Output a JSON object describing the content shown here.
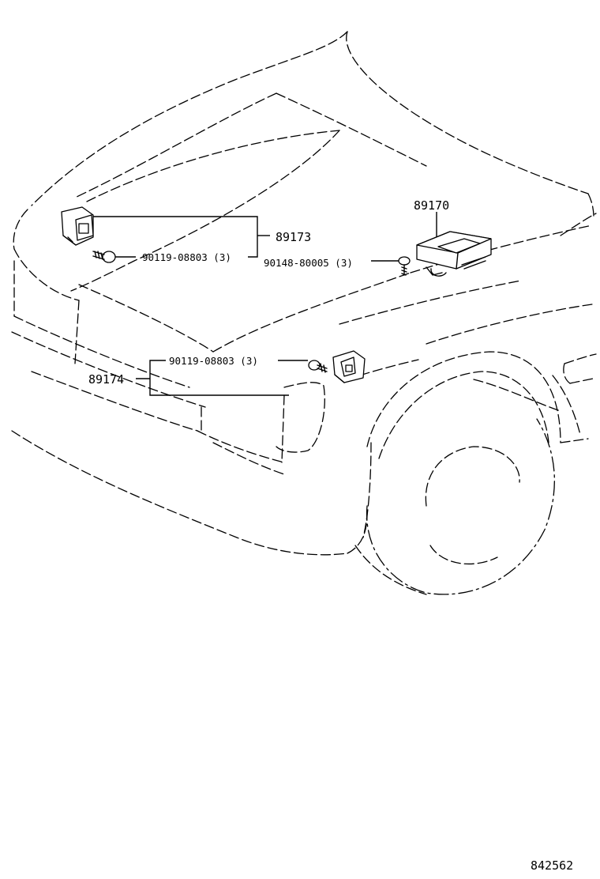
{
  "parts": {
    "p89170": "89170",
    "p89173": "89173",
    "p89174": "89174",
    "bolt_upper": "90119-08803 (3)",
    "bolt_lower": "90119-08803 (3)",
    "screw_ecu": "90148-80005 (3)"
  },
  "drawing_number": "842562",
  "icons": [
    "front-airbag-sensor-left",
    "front-airbag-sensor-right",
    "airbag-ecu",
    "bolt",
    "screw"
  ]
}
